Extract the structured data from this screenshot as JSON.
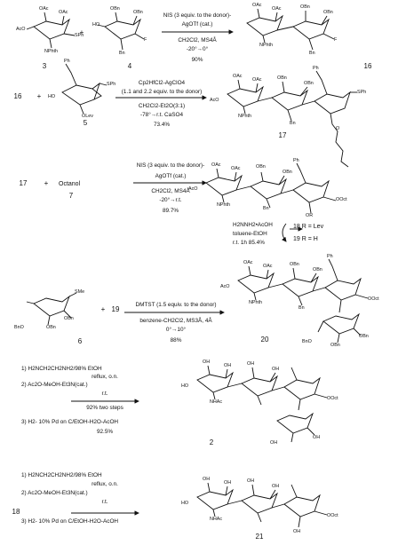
{
  "compounds": {
    "c3": "3",
    "c4": "4",
    "c16": "16",
    "c5": "5",
    "c17": "17",
    "c7": "7",
    "c18": "18",
    "c19": "19",
    "c6": "6",
    "c20": "20",
    "c2": "2",
    "c21": "21",
    "plus": "+",
    "label16": "16",
    "label17": "17",
    "label19": "19",
    "label18": "18"
  },
  "groups": {
    "OAc": "OAc",
    "AcO": "AcO",
    "OBn": "OBn",
    "BnO": "BnO",
    "Bn": "Bn",
    "NPhth": "NPhth",
    "SPh": "SPh",
    "F": "F",
    "Ph": "Ph",
    "OLev": "OLev",
    "OR": "OR",
    "OOct": "OOct",
    "SMe": "SMe",
    "NHAc": "NHAc",
    "OH": "OH",
    "HO": "HO",
    "O": "O",
    "Octanol": "Octanol"
  },
  "steps": {
    "s1": {
      "above": "NIS (3 equiv. to the donor)-",
      "above2": "AgOTf (cat.)",
      "below": "CH2Cl2, MS4Å",
      "below2": "-20°→0°",
      "yield": "90%"
    },
    "s2": {
      "above": "Cp2HfCl2-AgClO4",
      "above2": "(1.1 and 2.2 equiv. to the donor)",
      "below": "CH2Cl2-Et2O(3:1)",
      "below2": "-78°→r.t. CaSO4",
      "yield": "73.4%"
    },
    "s3": {
      "above": "NIS (3 equiv. to the donor)-",
      "above2": "AgOTf (cat.)",
      "below": "CH2Cl2, MS4Å",
      "below2": "-20°→r.t.",
      "yield": "89.7%"
    },
    "s3b": {
      "line1": "H2NNH2•AcOH",
      "line2": "toluene-EtOH",
      "line3": "r.t. 1h 85.4%",
      "r18": "R = Lev",
      "r19": "R = H"
    },
    "s4": {
      "above": "DMTST (1.5 equiv. to the donor)",
      "below": "benzene-CH2Cl2, MS3Å, 4Å",
      "below2": "0°→10°",
      "yield": "88%"
    },
    "s5": {
      "l1": "1) H2NCH2CH2NH2/98% EtOH",
      "l2": "reflux, o.n.",
      "l3": "2) Ac2O-MeOH-Et3N(cat.)",
      "l4": "r.t.",
      "l5": "92% two steps",
      "l6": "3) H2- 10% Pd on C/EtOH-H2O-AcOH",
      "l7": "92.5%"
    },
    "s6": {
      "l1": "1) H2NCH2CH2NH2/98% EtOH",
      "l2": "reflux, o.n.",
      "l3": "2) Ac2O-MeOH-Et3N(cat.)",
      "l4": "r.t.",
      "l5": "3) H2- 10% Pd on C/EtOH-H2O-AcOH"
    }
  }
}
